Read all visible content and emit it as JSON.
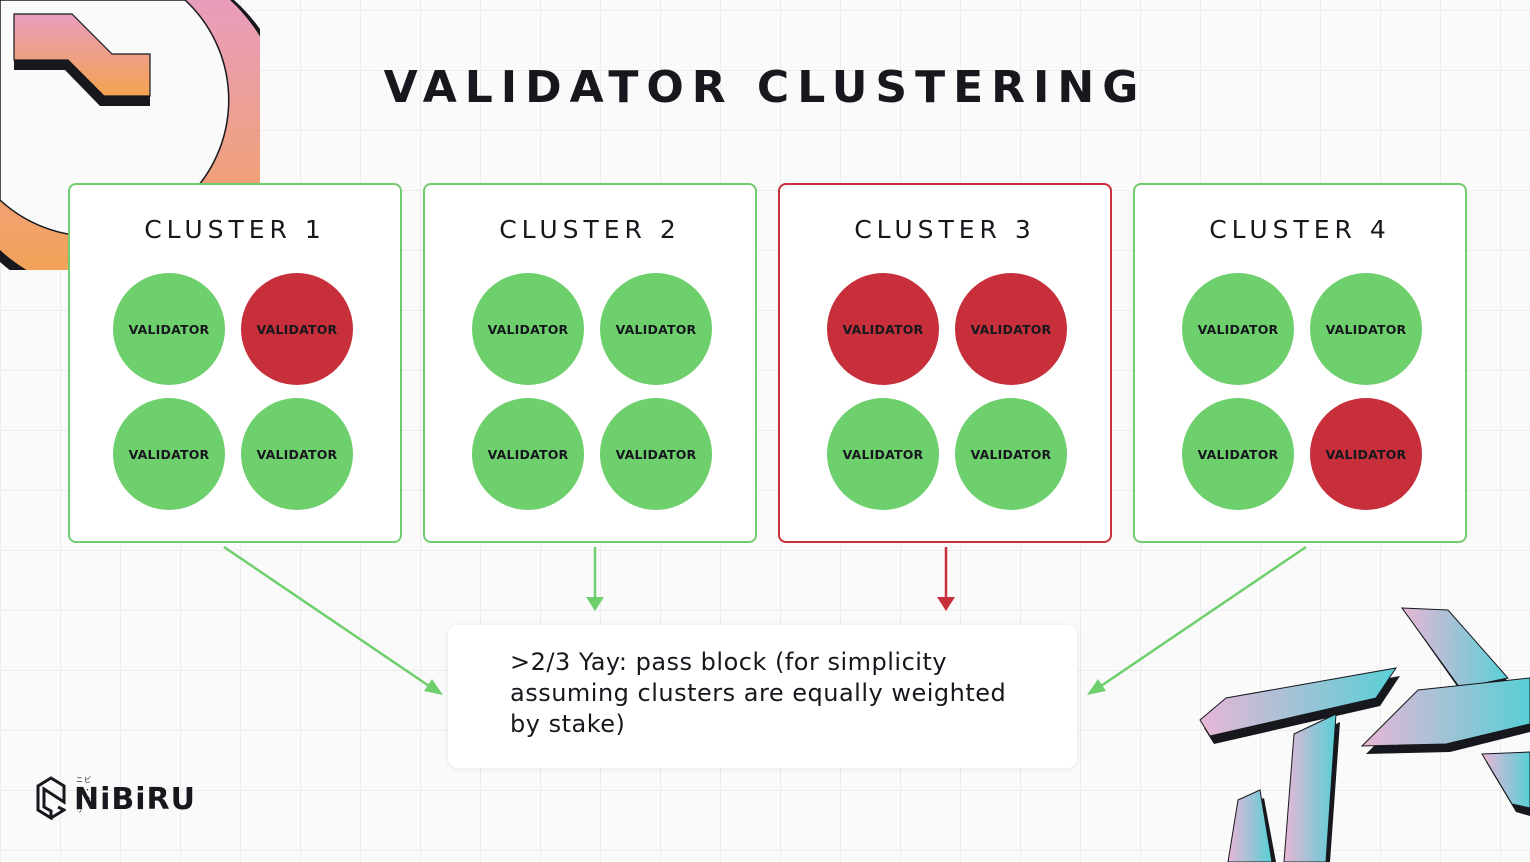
{
  "title": "VALIDATOR CLUSTERING",
  "colors": {
    "ok": "#6ecf6d",
    "bad": "#c7303b",
    "ok_border": "#72cc6f",
    "bad_border": "#c72f3a"
  },
  "clusters": [
    {
      "label": "CLUSTER 1",
      "status": "pass",
      "validators": [
        {
          "label": "VALIDATOR",
          "status": "ok"
        },
        {
          "label": "VALIDATOR",
          "status": "bad"
        },
        {
          "label": "VALIDATOR",
          "status": "ok"
        },
        {
          "label": "VALIDATOR",
          "status": "ok"
        }
      ]
    },
    {
      "label": "CLUSTER 2",
      "status": "pass",
      "validators": [
        {
          "label": "VALIDATOR",
          "status": "ok"
        },
        {
          "label": "VALIDATOR",
          "status": "ok"
        },
        {
          "label": "VALIDATOR",
          "status": "ok"
        },
        {
          "label": "VALIDATOR",
          "status": "ok"
        }
      ]
    },
    {
      "label": "CLUSTER 3",
      "status": "fail",
      "validators": [
        {
          "label": "VALIDATOR",
          "status": "bad"
        },
        {
          "label": "VALIDATOR",
          "status": "bad"
        },
        {
          "label": "VALIDATOR",
          "status": "ok"
        },
        {
          "label": "VALIDATOR",
          "status": "ok"
        }
      ]
    },
    {
      "label": "CLUSTER 4",
      "status": "pass",
      "validators": [
        {
          "label": "VALIDATOR",
          "status": "ok"
        },
        {
          "label": "VALIDATOR",
          "status": "ok"
        },
        {
          "label": "VALIDATOR",
          "status": "ok"
        },
        {
          "label": "VALIDATOR",
          "status": "bad"
        }
      ]
    }
  ],
  "result": {
    "text": ">2/3 Yay: pass block (for simplicity assuming clusters are equally weighted by stake)"
  },
  "logo": {
    "word": "NiBiRU",
    "sub": "ニビル・クサリ",
    "icon": "nibiru-logo-icon"
  }
}
